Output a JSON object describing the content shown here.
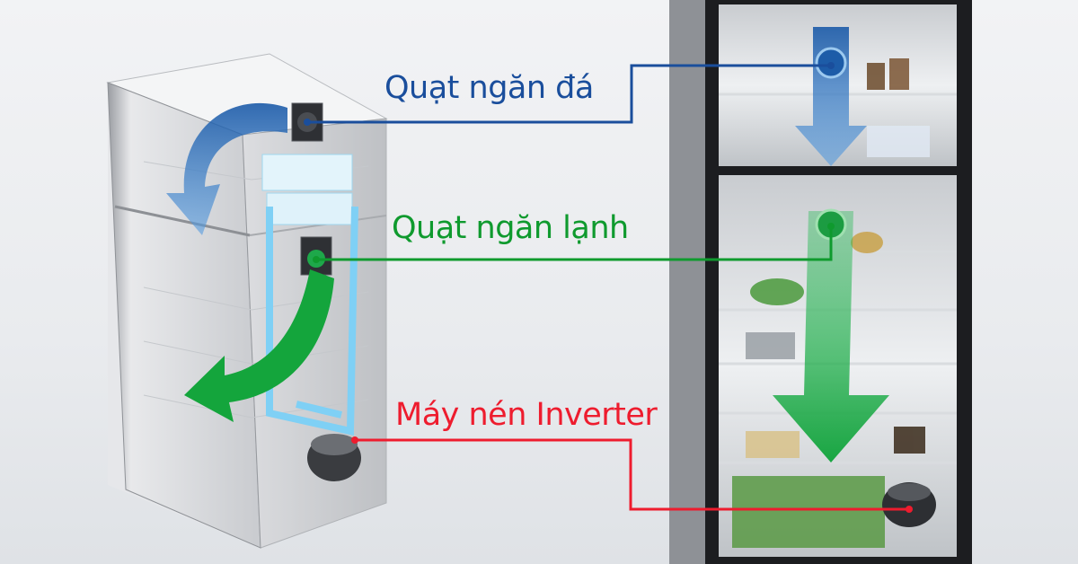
{
  "labels": {
    "freezer_fan": "Quạt ngăn đá",
    "fridge_fan": "Quạt ngăn lạnh",
    "compressor": "Máy nén Inverter"
  },
  "colors": {
    "freezer_fan": "#1a4e9c",
    "fridge_fan": "#0f9a2e",
    "compressor": "#ee1c2e",
    "blue_arrow": "#1f6fc0",
    "green_arrow": "#12a33a",
    "duct": "#7fd0f5"
  }
}
